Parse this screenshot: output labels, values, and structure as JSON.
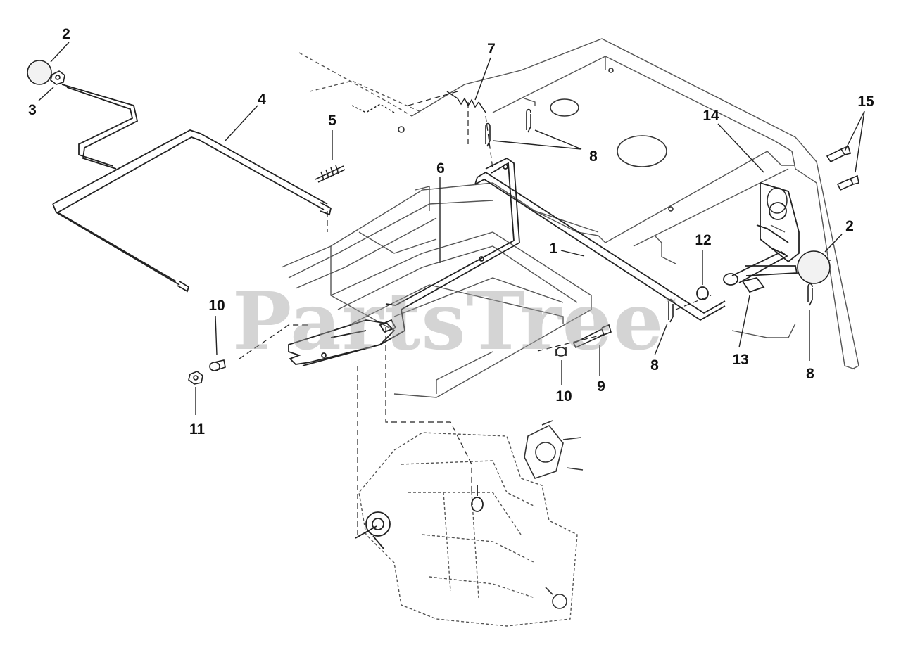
{
  "watermark": {
    "text": "PartsTree",
    "mark": "™"
  },
  "callouts": [
    {
      "id": "c-2-topleft",
      "text": "2"
    },
    {
      "id": "c-3",
      "text": "3"
    },
    {
      "id": "c-4",
      "text": "4"
    },
    {
      "id": "c-5",
      "text": "5"
    },
    {
      "id": "c-6",
      "text": "6"
    },
    {
      "id": "c-7",
      "text": "7"
    },
    {
      "id": "c-8-top",
      "text": "8"
    },
    {
      "id": "c-14",
      "text": "14"
    },
    {
      "id": "c-15",
      "text": "15"
    },
    {
      "id": "c-2-right",
      "text": "2"
    },
    {
      "id": "c-1",
      "text": "1"
    },
    {
      "id": "c-12",
      "text": "12"
    },
    {
      "id": "c-10-left",
      "text": "10"
    },
    {
      "id": "c-11",
      "text": "11"
    },
    {
      "id": "c-10-mid",
      "text": "10"
    },
    {
      "id": "c-9",
      "text": "9"
    },
    {
      "id": "c-8-mid",
      "text": "8"
    },
    {
      "id": "c-13",
      "text": "13"
    },
    {
      "id": "c-8-right",
      "text": "8"
    }
  ],
  "colors": {
    "line": "#222222",
    "frame": "#444444",
    "knob": "#f2f2f2",
    "watermark": "#a0a0a0"
  }
}
